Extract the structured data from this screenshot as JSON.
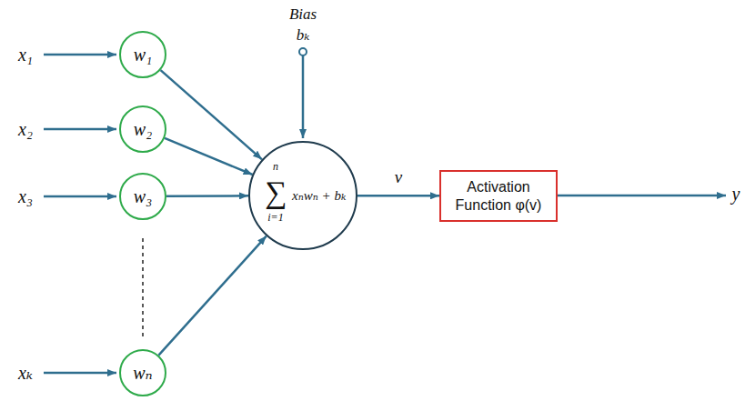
{
  "diagram": {
    "nodes": [
      {
        "text": [
          "w₁"
        ]
      },
      {
        "text": [
          "w₂"
        ]
      },
      {
        "text": [
          "w₃"
        ]
      },
      {
        "text": [
          "wₙ"
        ]
      },
      {
        "text": [
          "∑",
          "n",
          "i=1",
          "xₙwₙ + bₖ"
        ]
      },
      {
        "text": [
          "Activation Function φ(v)"
        ]
      }
    ],
    "edges": [
      {
        "from": 0,
        "to": 4,
        "arrow": "to"
      },
      {
        "from": 1,
        "to": 4,
        "arrow": "to"
      },
      {
        "from": 2,
        "to": 4,
        "arrow": "to"
      },
      {
        "from": 3,
        "to": 4,
        "arrow": "to"
      },
      {
        "from": 4,
        "to": 5,
        "arrow": "to",
        "label": "v"
      }
    ],
    "labels": [
      "x₁",
      "x₂",
      "x₃",
      "xₖ",
      "Bias",
      "bₖ",
      "y"
    ]
  }
}
